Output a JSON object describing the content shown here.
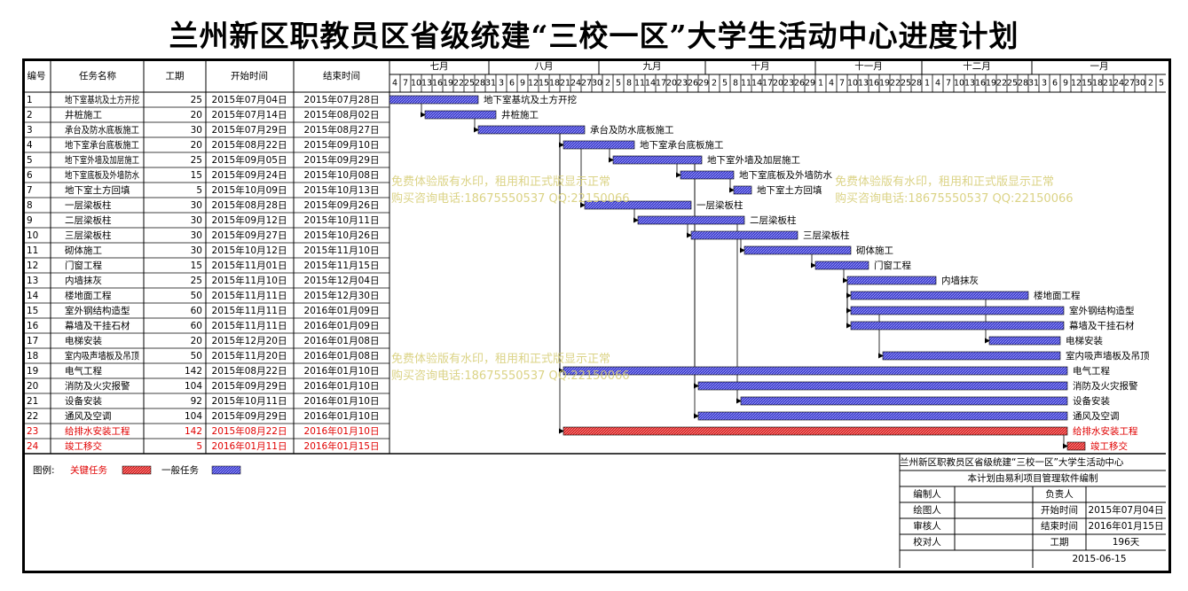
{
  "title": "兰州新区职教员区省级统建“三校一区”大学生活动中心进度计划",
  "table": {
    "headers": [
      "编号",
      "任务名称",
      "工期",
      "开始时间",
      "结束时间"
    ]
  },
  "timeline": {
    "months": [
      "七月",
      "八月",
      "九月",
      "十月",
      "十一月",
      "十二月",
      "一月"
    ],
    "ticks": [
      "4",
      "7",
      "10",
      "13",
      "16",
      "19",
      "22",
      "25",
      "28",
      "31",
      "3",
      "6",
      "9",
      "12",
      "15",
      "18",
      "21",
      "24",
      "27",
      "30",
      "2",
      "5",
      "8",
      "11",
      "14",
      "17",
      "20",
      "23",
      "26",
      "29",
      "2",
      "5",
      "8",
      "11",
      "14",
      "17",
      "20",
      "23",
      "26",
      "29",
      "1",
      "4",
      "7",
      "10",
      "13",
      "16",
      "19",
      "22",
      "25",
      "28",
      "1",
      "4",
      "7",
      "10",
      "13",
      "16",
      "19",
      "22",
      "25",
      "28",
      "31",
      "3",
      "6",
      "9",
      "12",
      "15",
      "18",
      "21",
      "24",
      "27",
      "30",
      "2",
      "5"
    ]
  },
  "chart_data": {
    "type": "gantt",
    "title": "兰州新区职教员区省级统建“三校一区”大学生活动中心进度计划",
    "x_range": [
      "2015-07-04",
      "2016-02-07"
    ],
    "tasks": [
      {
        "id": "1",
        "name": "地下室基坑及土方开挖",
        "duration": 25,
        "start": "2015年07月04日",
        "end": "2015年07月28日",
        "critical": false,
        "bar_label": "地下室基坑及土方开挖",
        "start_iso": "2015-07-04",
        "end_iso": "2015-07-28"
      },
      {
        "id": "2",
        "name": "井桩施工",
        "duration": 20,
        "start": "2015年07月14日",
        "end": "2015年08月02日",
        "critical": false,
        "bar_label": "井桩施工",
        "start_iso": "2015-07-14",
        "end_iso": "2015-08-02"
      },
      {
        "id": "3",
        "name": "承台及防水底板施工",
        "duration": 30,
        "start": "2015年07月29日",
        "end": "2015年08月27日",
        "critical": false,
        "bar_label": "承台及防水底板施工",
        "start_iso": "2015-07-29",
        "end_iso": "2015-08-27"
      },
      {
        "id": "4",
        "name": "地下室承台底板施工",
        "duration": 20,
        "start": "2015年08月22日",
        "end": "2015年09月10日",
        "critical": false,
        "bar_label": "地下室承台底板施工",
        "start_iso": "2015-08-22",
        "end_iso": "2015-09-10"
      },
      {
        "id": "5",
        "name": "地下室外墙及加层施工",
        "duration": 25,
        "start": "2015年09月05日",
        "end": "2015年09月29日",
        "critical": false,
        "bar_label": "地下室外墙及加层施工",
        "start_iso": "2015-09-05",
        "end_iso": "2015-09-29"
      },
      {
        "id": "6",
        "name": "地下室底板及外墙防水",
        "duration": 15,
        "start": "2015年09月24日",
        "end": "2015年10月08日",
        "critical": false,
        "bar_label": "地下室底板及外墙防水",
        "start_iso": "2015-09-24",
        "end_iso": "2015-10-08"
      },
      {
        "id": "7",
        "name": "地下室土方回填",
        "duration": 5,
        "start": "2015年10月09日",
        "end": "2015年10月13日",
        "critical": false,
        "bar_label": "地下室土方回填",
        "start_iso": "2015-10-09",
        "end_iso": "2015-10-13"
      },
      {
        "id": "8",
        "name": "一层梁板柱",
        "duration": 30,
        "start": "2015年08月28日",
        "end": "2015年09月26日",
        "critical": false,
        "bar_label": "一层梁板柱",
        "start_iso": "2015-08-28",
        "end_iso": "2015-09-26"
      },
      {
        "id": "9",
        "name": "二层梁板柱",
        "duration": 30,
        "start": "2015年09月12日",
        "end": "2015年10月11日",
        "critical": false,
        "bar_label": "二层梁板柱",
        "start_iso": "2015-09-12",
        "end_iso": "2015-10-11"
      },
      {
        "id": "10",
        "name": "三层梁板柱",
        "duration": 30,
        "start": "2015年09月27日",
        "end": "2015年10月26日",
        "critical": false,
        "bar_label": "三层梁板柱",
        "start_iso": "2015-09-27",
        "end_iso": "2015-10-26"
      },
      {
        "id": "11",
        "name": "砌体施工",
        "duration": 30,
        "start": "2015年10月12日",
        "end": "2015年11月10日",
        "critical": false,
        "bar_label": "砌体施工",
        "start_iso": "2015-10-12",
        "end_iso": "2015-11-10"
      },
      {
        "id": "12",
        "name": "门窗工程",
        "duration": 15,
        "start": "2015年11月01日",
        "end": "2015年11月15日",
        "critical": false,
        "bar_label": "门窗工程",
        "start_iso": "2015-11-01",
        "end_iso": "2015-11-15"
      },
      {
        "id": "13",
        "name": "内墙抹灰",
        "duration": 25,
        "start": "2015年11月10日",
        "end": "2015年12月04日",
        "critical": false,
        "bar_label": "内墙抹灰",
        "start_iso": "2015-11-10",
        "end_iso": "2015-12-04"
      },
      {
        "id": "14",
        "name": "楼地面工程",
        "duration": 50,
        "start": "2015年11月11日",
        "end": "2015年12月30日",
        "critical": false,
        "bar_label": "楼地面工程",
        "start_iso": "2015-11-11",
        "end_iso": "2015-12-30"
      },
      {
        "id": "15",
        "name": "室外钢结构造型",
        "duration": 60,
        "start": "2015年11月11日",
        "end": "2016年01月09日",
        "critical": false,
        "bar_label": "室外钢结构造型",
        "start_iso": "2015-11-11",
        "end_iso": "2016-01-09"
      },
      {
        "id": "16",
        "name": "幕墙及干挂石材",
        "duration": 60,
        "start": "2015年11月11日",
        "end": "2016年01月09日",
        "critical": false,
        "bar_label": "幕墙及干挂石材",
        "start_iso": "2015-11-11",
        "end_iso": "2016-01-09"
      },
      {
        "id": "17",
        "name": "电梯安装",
        "duration": 20,
        "start": "2015年12月20日",
        "end": "2016年01月08日",
        "critical": false,
        "bar_label": "电梯安装",
        "start_iso": "2015-12-20",
        "end_iso": "2016-01-08"
      },
      {
        "id": "18",
        "name": "室内吸声墙板及吊顶",
        "duration": 50,
        "start": "2015年11月20日",
        "end": "2016年01月08日",
        "critical": false,
        "bar_label": "室内吸声墙板及吊顶",
        "start_iso": "2015-11-20",
        "end_iso": "2016-01-08"
      },
      {
        "id": "19",
        "name": "电气工程",
        "duration": 142,
        "start": "2015年08月22日",
        "end": "2016年01月10日",
        "critical": false,
        "bar_label": "电气工程",
        "start_iso": "2015-08-22",
        "end_iso": "2016-01-10"
      },
      {
        "id": "20",
        "name": "消防及火灾报警",
        "duration": 104,
        "start": "2015年09月29日",
        "end": "2016年01月10日",
        "critical": false,
        "bar_label": "消防及火灾报警",
        "start_iso": "2015-09-29",
        "end_iso": "2016-01-10"
      },
      {
        "id": "21",
        "name": "设备安装",
        "duration": 92,
        "start": "2015年10月11日",
        "end": "2016年01月10日",
        "critical": false,
        "bar_label": "设备安装",
        "start_iso": "2015-10-11",
        "end_iso": "2016-01-10"
      },
      {
        "id": "22",
        "name": "通风及空调",
        "duration": 104,
        "start": "2015年09月29日",
        "end": "2016年01月10日",
        "critical": false,
        "bar_label": "通风及空调",
        "start_iso": "2015-09-29",
        "end_iso": "2016-01-10"
      },
      {
        "id": "23",
        "name": "给排水安装工程",
        "duration": 142,
        "start": "2015年08月22日",
        "end": "2016年01月10日",
        "critical": true,
        "bar_label": "给排水安装工程",
        "start_iso": "2015-08-22",
        "end_iso": "2016-01-10"
      },
      {
        "id": "24",
        "name": "竣工移交",
        "duration": 5,
        "start": "2016年01月11日",
        "end": "2016年01月15日",
        "critical": true,
        "bar_label": "竣工移交",
        "start_iso": "2016-01-11",
        "end_iso": "2016-01-15"
      }
    ],
    "links": [
      [
        1,
        2
      ],
      [
        2,
        3
      ],
      [
        3,
        4
      ],
      [
        3,
        23
      ],
      [
        3,
        19
      ],
      [
        4,
        5
      ],
      [
        4,
        8
      ],
      [
        5,
        6
      ],
      [
        6,
        7
      ],
      [
        8,
        9
      ],
      [
        9,
        10
      ],
      [
        10,
        11
      ],
      [
        11,
        12
      ],
      [
        12,
        13
      ],
      [
        13,
        14
      ],
      [
        13,
        15
      ],
      [
        13,
        16
      ],
      [
        14,
        17
      ],
      [
        15,
        18
      ],
      [
        5,
        20
      ],
      [
        5,
        22
      ],
      [
        9,
        21
      ],
      [
        23,
        24
      ]
    ]
  },
  "watermark": {
    "line1": "免费体验版有水印，租用和正式版显示正常",
    "line2": "购买咨询电话:18675550537 QQ:22150066"
  },
  "legend": {
    "label": "图例:",
    "critical": "关键任务",
    "normal": "一般任务",
    "critical_color": "#e03030",
    "normal_color": "#3333cc"
  },
  "info": {
    "project": "兰州新区职教员区省级统建“三校一区”大学生活动中心",
    "software": "本计划由易利项目管理软件编制",
    "editor_label": "编制人",
    "owner_label": "负责人",
    "drawer_label": "绘图人",
    "start_label": "开始时间",
    "start_value": "2015年07月04日",
    "reviewer_label": "审核人",
    "end_label": "结束时间",
    "end_value": "2016年01月15日",
    "checker_label": "校对人",
    "period_label": "工期",
    "period_value": "196天",
    "date": "2015-06-15"
  }
}
